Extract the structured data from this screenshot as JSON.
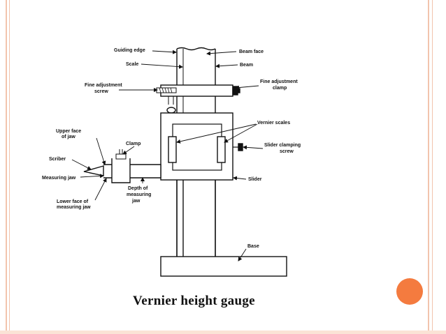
{
  "slide": {
    "caption": "Vernier height gauge",
    "accent_color": "#f47b3f",
    "frame_color": "#f2c4ad"
  },
  "diagram": {
    "labels": {
      "guiding_edge": "Guiding edge",
      "scale": "Scale",
      "beam_face": "Beam face",
      "beam": "Beam",
      "fine_adjustment_screw_1": "Fine adjustment",
      "fine_adjustment_screw_2": "screw",
      "fine_adjustment_clamp_1": "Fine adjustment",
      "fine_adjustment_clamp_2": "clamp",
      "vernier_scales": "Vernier scales",
      "slider_clamping_screw_1": "Slider clamping",
      "slider_clamping_screw_2": "screw",
      "upper_face_of_jaw_1": "Upper face",
      "upper_face_of_jaw_2": "of jaw",
      "clamp": "Clamp",
      "scriber": "Scriber",
      "measuring_jaw": "Measuring jaw",
      "slider": "Slider",
      "lower_face_1": "Lower face of",
      "lower_face_2": "measuring jaw",
      "depth_1": "Depth of",
      "depth_2": "measuring",
      "depth_3": "jaw",
      "base": "Base"
    }
  }
}
